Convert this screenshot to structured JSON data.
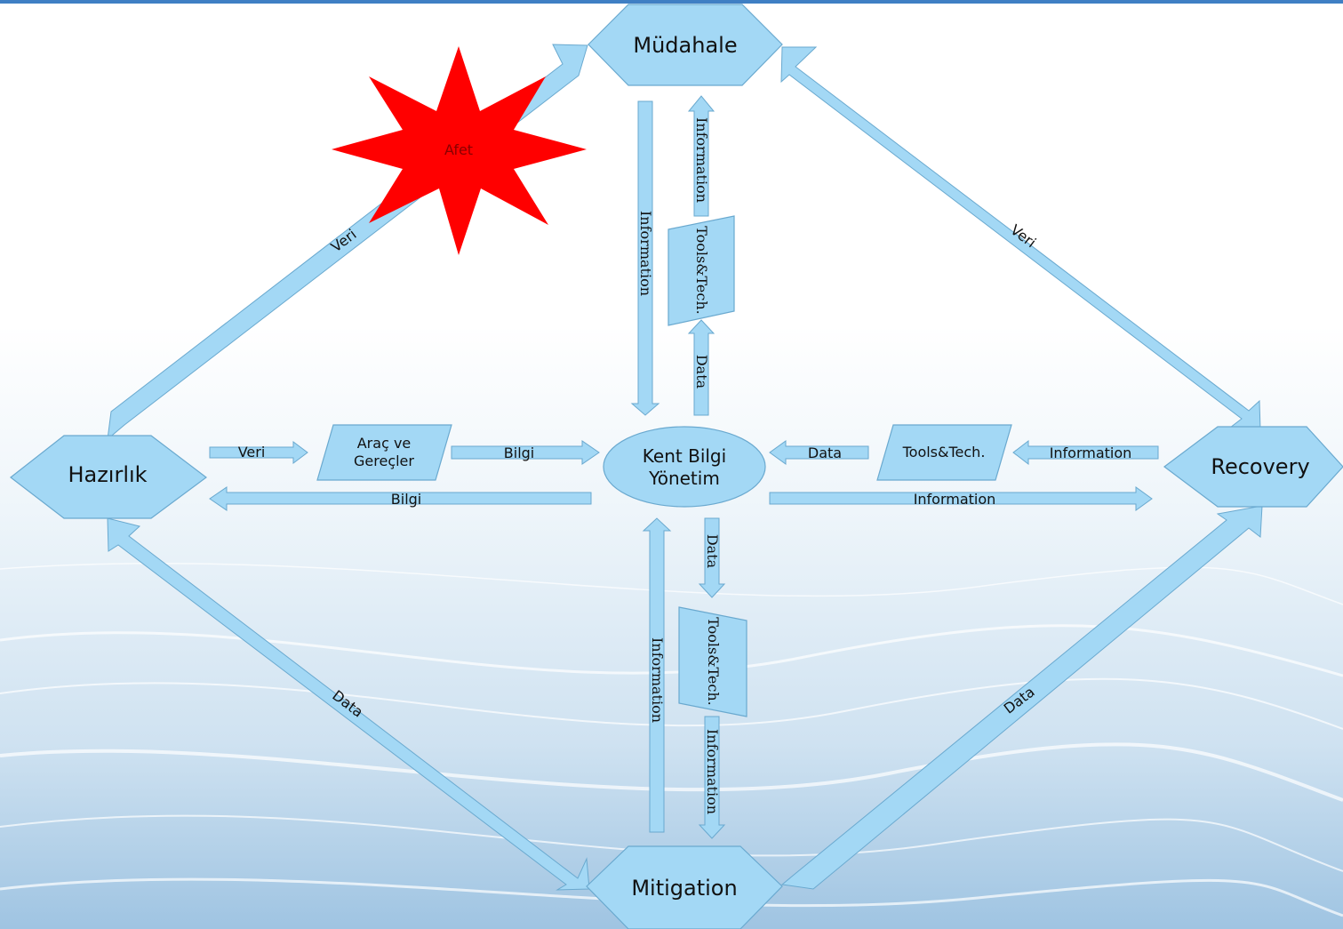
{
  "nodes": {
    "mudahale": "Müdahale",
    "hazirlik": "Hazırlık",
    "recovery": "Recovery",
    "mitigation": "Mitigation",
    "center_line1": "Kent Bilgi",
    "center_line2": "Yönetim",
    "arac_line1": "Araç ve",
    "arac_line2": "Gereçler",
    "tools_right": "Tools&Tech.",
    "tools_top": "Tools&Tech.",
    "tools_bottom": "Tools&Tech.",
    "afet": "Afet"
  },
  "labels": {
    "veri_left_diag": "Veri",
    "veri_right_diag": "Veri",
    "data_left_diag": "Data",
    "data_right_diag": "Data",
    "veri_h": "Veri",
    "bilgi_h_top": "Bilgi",
    "bilgi_h_bottom": "Bilgi",
    "data_h_right": "Data",
    "information_h_right": "Information",
    "information_h_bottom": "Information",
    "info_top_down": "Information",
    "info_top_up": "Information",
    "data_top_up": "Data",
    "data_bottom_down": "Data",
    "info_bottom_up": "Information",
    "info_bottom_down": "Information"
  },
  "colors": {
    "shape_fill": "#a3d8f5",
    "shape_stroke": "#6aa9cf",
    "afet_star": "#ff0000",
    "top_bar": "#3f7fc4"
  }
}
